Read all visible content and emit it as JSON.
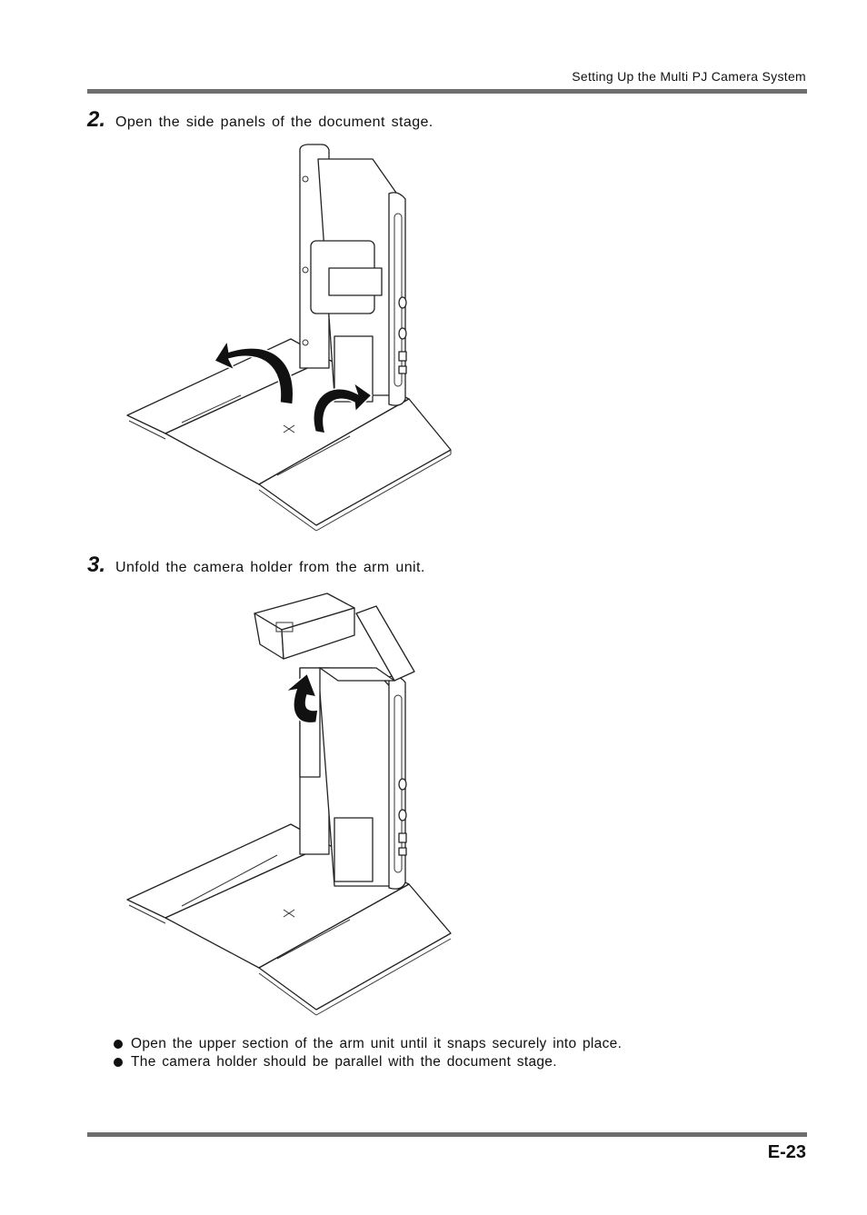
{
  "header": {
    "section_title": "Setting Up the Multi PJ Camera System"
  },
  "steps": [
    {
      "number": "2.",
      "text": "Open the side panels of the document stage."
    },
    {
      "number": "3.",
      "text": "Unfold the camera holder from the arm unit."
    }
  ],
  "notes": [
    "Open the upper section of the arm unit until it snaps securely into place.",
    "The camera holder should be parallel with the document stage."
  ],
  "footer": {
    "page_number": "E-23"
  }
}
